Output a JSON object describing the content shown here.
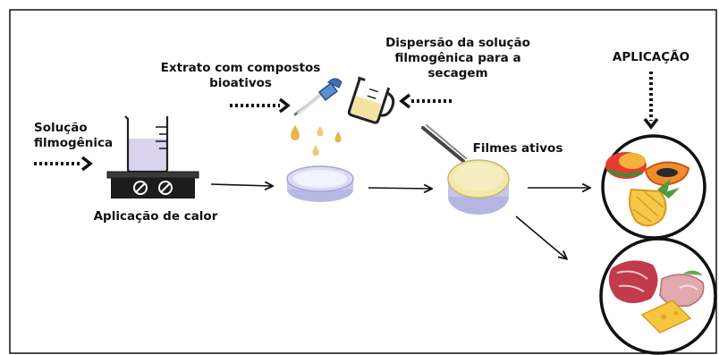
{
  "labels": {
    "solution_line1": "Solução",
    "solution_line2": "filmogênica",
    "heat": "Aplicação de calor",
    "extract_line1": "Extrato com compostos",
    "extract_line2": "bioativos",
    "dispersion_line1": "Dispersão da solução",
    "dispersion_line2": "filmogênica para a",
    "dispersion_line3": "secagem",
    "active_films": "Filmes ativos",
    "application": "APLICAÇÃO"
  },
  "colors": {
    "outline": "#111111",
    "liquid_purple": "#d9d3ee",
    "dish_lavender": "#c7c5e8",
    "film_cream": "#f2e8a8",
    "drop_gold": "#e7b64a",
    "pipette_blue": "#3c6fb5"
  },
  "icons": [
    "beaker-icon",
    "hot-plate-icon",
    "petri-dish-icon",
    "pipette-icon",
    "measuring-cup-icon",
    "tweezers-icon",
    "fruit-plate-icon",
    "meat-cheese-plate-icon"
  ]
}
